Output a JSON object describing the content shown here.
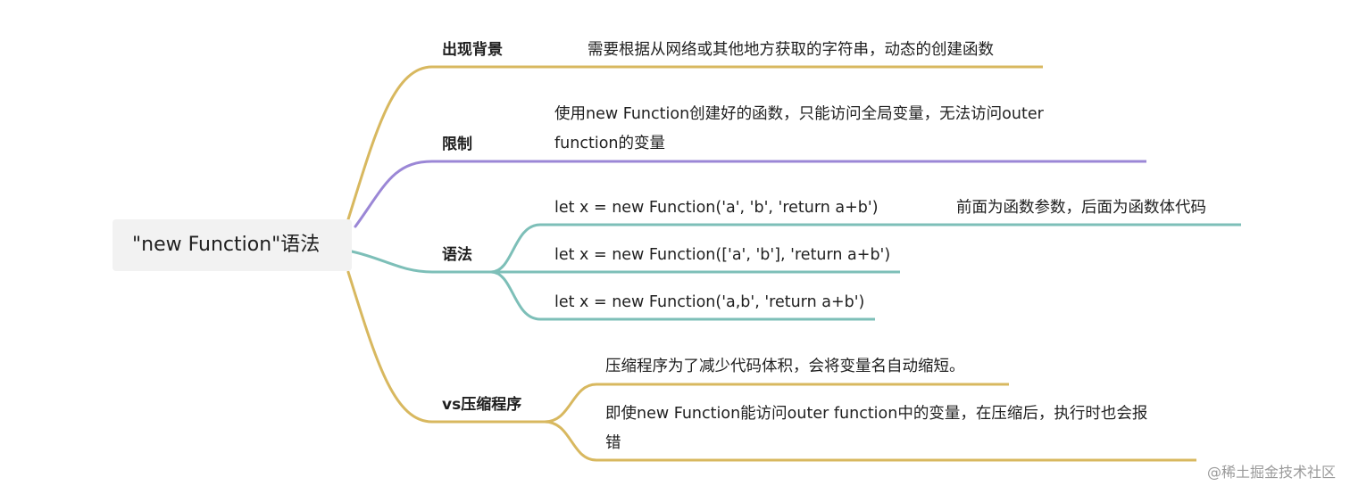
{
  "root": {
    "label": "\"new Function\"语法"
  },
  "branches": [
    {
      "label": "出现背景",
      "color": "#d8b85f",
      "leaves": [
        {
          "lines": [
            "需要根据从网络或其他地方获取的字符串，动态的创建函数"
          ]
        }
      ]
    },
    {
      "label": "限制",
      "color": "#9b87d6",
      "leaves": [
        {
          "lines": [
            "使用new Function创建好的函数，只能访问全局变量，无法访问outer",
            "function的变量"
          ]
        }
      ]
    },
    {
      "label": "语法",
      "color": "#7dbfb8",
      "leaves": [
        {
          "lines": [
            "let x = new Function('a', 'b', 'return a+b')"
          ],
          "note": "前面为函数参数，后面为函数体代码"
        },
        {
          "lines": [
            "let x = new Function(['a', 'b'], 'return a+b')"
          ]
        },
        {
          "lines": [
            "let x = new Function('a,b', 'return a+b')"
          ]
        }
      ]
    },
    {
      "label": "vs压缩程序",
      "color": "#d8b85f",
      "leaves": [
        {
          "lines": [
            "压缩程序为了减少代码体积，会将变量名自动缩短。"
          ]
        },
        {
          "lines": [
            "即使new Function能访问outer function中的变量，在压缩后，执行时也会报",
            "错"
          ]
        }
      ]
    }
  ],
  "watermark": "@稀土掘金技术社区"
}
